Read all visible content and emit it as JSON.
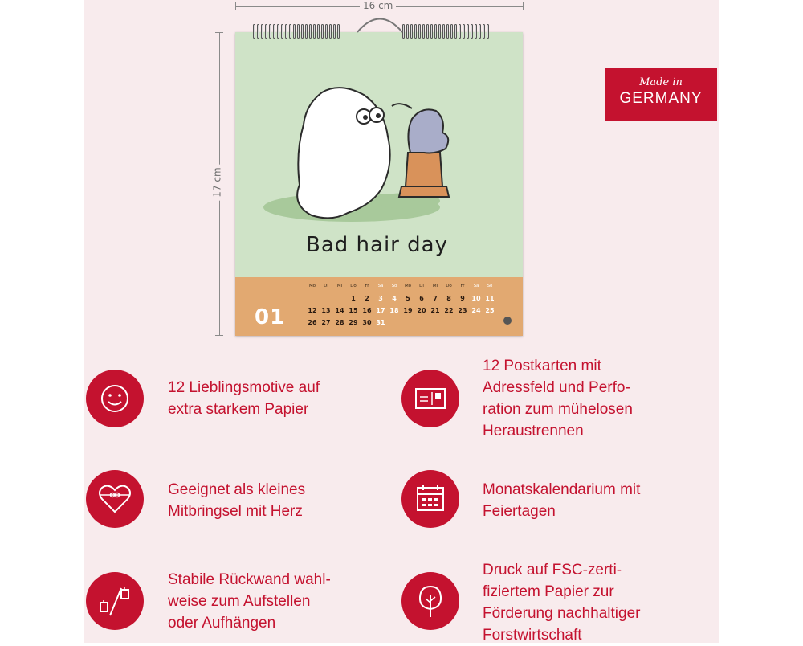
{
  "dimensions": {
    "width_label": "16 cm",
    "height_label": "17 cm"
  },
  "calendar": {
    "caption": "Bad hair day",
    "month_number": "01",
    "weekdays": [
      "Mo",
      "Di",
      "Mi",
      "Do",
      "Fr",
      "Sa",
      "So",
      "Mo",
      "Di",
      "Mi",
      "Do",
      "Fr",
      "Sa",
      "So"
    ],
    "rows": [
      [
        "",
        "",
        "",
        "1",
        "2",
        "3",
        "4",
        "5",
        "6",
        "7",
        "8",
        "9",
        "10",
        "11"
      ],
      [
        "12",
        "13",
        "14",
        "15",
        "16",
        "17",
        "18",
        "19",
        "20",
        "21",
        "22",
        "23",
        "24",
        "25"
      ],
      [
        "26",
        "27",
        "28",
        "29",
        "30",
        "31",
        "",
        "",
        "",
        "",
        "",
        "",
        "",
        ""
      ]
    ]
  },
  "badge": {
    "line1": "Made in",
    "line2": "GERMANY"
  },
  "features": [
    {
      "icon": "smiley-icon",
      "text": "12 Lieblingsmotive auf\nextra starkem Papier"
    },
    {
      "icon": "postcard-icon",
      "text": "12 Postkarten mit\nAdressfeld und Perfo-\nration zum mühelosen\nHeraustrennen"
    },
    {
      "icon": "gift-heart-icon",
      "text": "Geeignet als kleines\nMitbringsel mit Herz"
    },
    {
      "icon": "calendar-icon",
      "text": "Monatskalendarium mit\nFeiertagen"
    },
    {
      "icon": "stand-hang-icon",
      "text": "Stabile Rückwand wahl-\nweise zum Aufstellen\noder Aufhängen"
    },
    {
      "icon": "tree-icon",
      "text": "Druck auf FSC-zerti-\nfiziertem Papier zur\nFörderung nachhaltiger\nForstwirtschaft"
    }
  ],
  "colors": {
    "accent": "#c4122f",
    "panel": "#f8ebed",
    "calendar_top": "#cfe3c7",
    "calendar_bottom": "#e2a971"
  }
}
